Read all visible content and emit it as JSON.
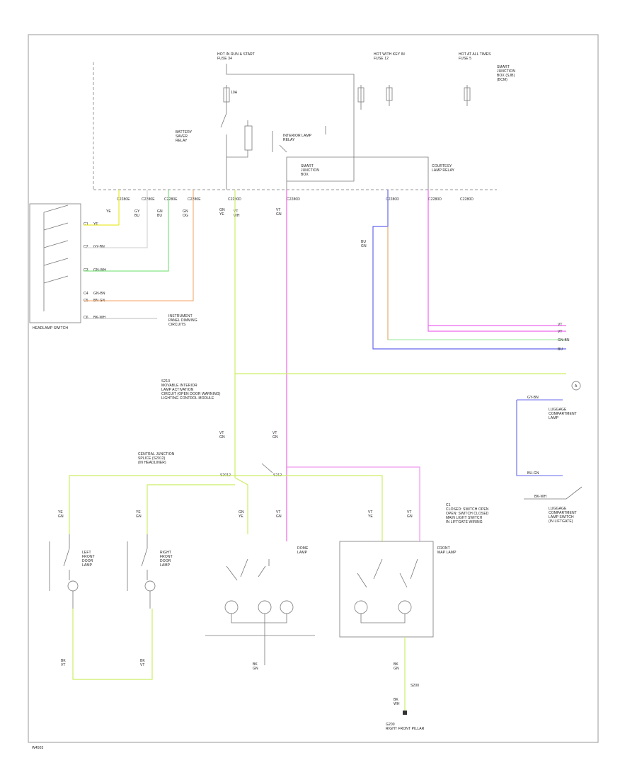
{
  "diagram": {
    "footer_code": "W4503",
    "fuses": [
      "HOT IN RUN & START\nFUSE 34",
      "HOT WITH KEY IN\nFUSE 12",
      "HOT AT ALL TIMES\nFUSE 5"
    ],
    "fuse_detail": {
      "amps": "10A",
      "name": "FUSE 34 10A"
    },
    "smart_junction_box": "SMART\nJUNCTION\nBOX",
    "side_note": "SMART\nJUNCTION\nBOX (SJB)\n(BCM)",
    "relay": "INTERIOR LAMP\nRELAY",
    "courtesy_lamp_relay": "COURTESY\nLAMP RELAY",
    "battery_saver": "BATTERY\nSAVER\nRELAY",
    "bus_terminals": [
      "C2280E",
      "C2280E",
      "C2280E",
      "C2280E",
      "C2280D",
      "C2280D",
      "C2280D",
      "C2280D",
      "C2280D"
    ],
    "switch_label": "HEADLAMP SWITCH",
    "switch_pins": [
      "C1",
      "C2",
      "C3",
      "C4",
      "C5",
      "C6"
    ],
    "switch_wire_colors": [
      "YE",
      "GY-BN",
      "GN-WH",
      "GN-BN",
      "BN-GN",
      "BK-WH"
    ],
    "switch_column_wires": [
      "YE",
      "GY\nBU",
      "GN\nBU",
      "GN\nOG",
      "VT\nWH"
    ],
    "dash_note": "INSTRUMENT\nPANEL DIMMING\nCIRCUITS",
    "center_vertical_labels": [
      "GN\nYE",
      "VT\nGN"
    ],
    "splice_label_1": "S213\nMOVABLE INTERIOR\nLAMP ACTIVATION\nCIRCUIT (OPEN DOOR WARNING)\nLIGHTING CONTROL MODULE",
    "splice_label_2": "CENTRAL JUNCTION\nSPLICE (S2012)\n(IN HEADLINER)",
    "splice_node_names": [
      "S2012",
      "S212"
    ],
    "right_side_wires": [
      "VT",
      "VT",
      "GN-BN",
      "BU"
    ],
    "right_circle": "A",
    "luggage_lamp": "LUGGAGE\nCOMPARTMENT\nLAMP",
    "luggage_switch": "LUGGAGE\nCOMPARTMENT\nLAMP SWITCH\n(IN LIFTGATE)",
    "door_note": "C1\nCLOSED: SWITCH OPEN\nOPEN: SWITCH CLOSED\nMAIN LIGHT SWITCH\nIN LIFTGATE WIRING",
    "luggage_wire": "BK-WH",
    "side_wires": [
      "GY-BN",
      "BU-GN"
    ],
    "lamps": [
      {
        "name": "LEFT\nFRONT\nDOOR\nLAMP",
        "wire": "YE\nGN"
      },
      {
        "name": "RIGHT\nFRONT\nDOOR\nLAMP",
        "wire": "YE\nGN"
      },
      {
        "name": "DOME\nLAMP",
        "wire": "GN\nYE"
      },
      {
        "name": "FRONT\nMAP LAMP",
        "wire": "VT\nYE"
      }
    ],
    "lamp_extra_wires": [
      "VT\nGN",
      "VT\nGN"
    ],
    "ground_wires": [
      "BK\nVT",
      "BK\nVT",
      "BK\nGN",
      "BK\nGN",
      "BK\nWH"
    ],
    "ground_splice": "S200",
    "ground_label": "G200\nRIGHT FRONT PILLAR",
    "misc_vertical": [
      "VT\nGN",
      "BU\nGN",
      "VT\nGN"
    ]
  }
}
